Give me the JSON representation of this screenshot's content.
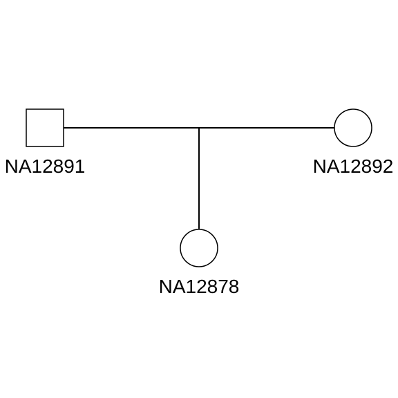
{
  "pedigree": {
    "father": {
      "id": "NA12891",
      "sex": "male"
    },
    "mother": {
      "id": "NA12892",
      "sex": "female"
    },
    "child": {
      "id": "NA12878",
      "sex": "female"
    }
  }
}
